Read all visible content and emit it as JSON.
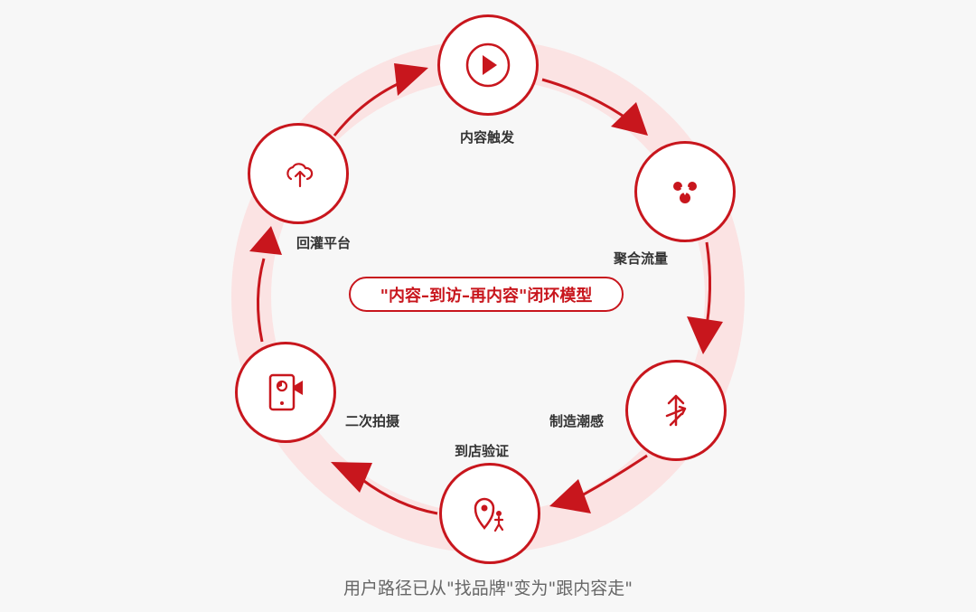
{
  "colors": {
    "accent": "#c8161d",
    "ring": "#fbe3e3",
    "background": "#f7f7f7",
    "label_text": "#333333",
    "caption_text": "#666666"
  },
  "diagram": {
    "title": "\"内容–到访–再内容\"闭环模型",
    "nodes": [
      {
        "label": "内容触发",
        "icon": "play-icon"
      },
      {
        "label": "聚合流量",
        "icon": "aggregate-dots-icon"
      },
      {
        "label": "制造潮感",
        "icon": "trend-arrows-icon"
      },
      {
        "label": "到店验证",
        "icon": "location-walker-icon"
      },
      {
        "label": "二次拍摄",
        "icon": "video-camera-icon"
      },
      {
        "label": "回灌平台",
        "icon": "cloud-return-icon"
      }
    ]
  },
  "caption": "用户路径已从\"找品牌\"变为\"跟内容走\""
}
